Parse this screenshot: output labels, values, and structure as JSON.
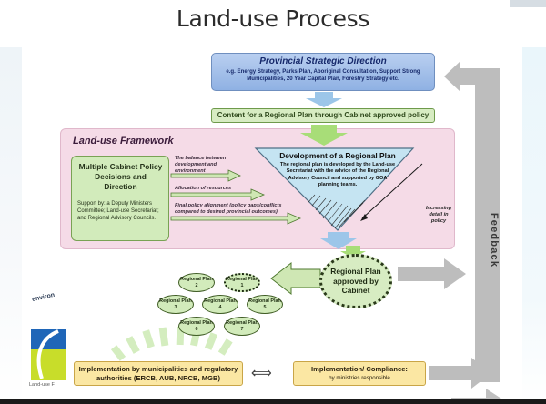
{
  "slide": {
    "title": "Land-use Process"
  },
  "provincial": {
    "title": "Provincial Strategic Direction",
    "subtitle": "e.g. Energy Strategy, Parks Plan, Aboriginal Consultation, Support Strong Municipalities, 20 Year Capital Plan, Forestry Strategy etc."
  },
  "content_box": {
    "text": "Content for a Regional Plan through Cabinet approved policy"
  },
  "framework": {
    "title": "Land-use Framework",
    "cabinet_title": "Multiple Cabinet Policy Decisions and Direction",
    "cabinet_support": "Support by: a Deputy Ministers Committee; Land-use Secretariat; and Regional Advisory Councils.",
    "arrow_labels": [
      "The balance between development and environment",
      "Allocation of resources",
      "Final  policy alignment (policy gaps/conflicts compared to desired provincial outcomes)"
    ],
    "development_title": "Development of a Regional Plan",
    "development_body": "The regional plan is developed by the Land-use Secretariat with the advice of the Regional Advisory Council and supported by GOA planning teams.",
    "increasing_label": "Increasing detail in policy"
  },
  "feedback": {
    "label": "Feedback"
  },
  "approval": {
    "label": "Regional Plan approved by Cabinet"
  },
  "regional_plans": [
    "Regional Plan 2",
    "Regional Plan 1",
    "Regional Plan 3",
    "Regional Plan 4",
    "Regional Plan 5",
    "Regional Plan 6",
    "Regional Plan 7"
  ],
  "implementation": {
    "text": "Implementation by municipalities and regulatory authorities (ERCB, AUB, NRCB, MGB)"
  },
  "compliance": {
    "title": "Implementation/ Compliance:",
    "subtitle": "by ministries responsible"
  },
  "double_arrow": "⟺",
  "fragments": {
    "logo_text": "Land-use F",
    "env_text": "environ"
  },
  "colors": {
    "provincial_fill": "#8fb1e3",
    "green_fill": "#d2ebbb",
    "framework_fill": "#f5dbe7",
    "funnel_fill": "#c5e4f2",
    "arrow_blue": "#9cc6e9",
    "arrow_green": "#a8dd78",
    "arrow_grey": "#bdbdbd",
    "implementation_fill": "#fbe7a3"
  }
}
